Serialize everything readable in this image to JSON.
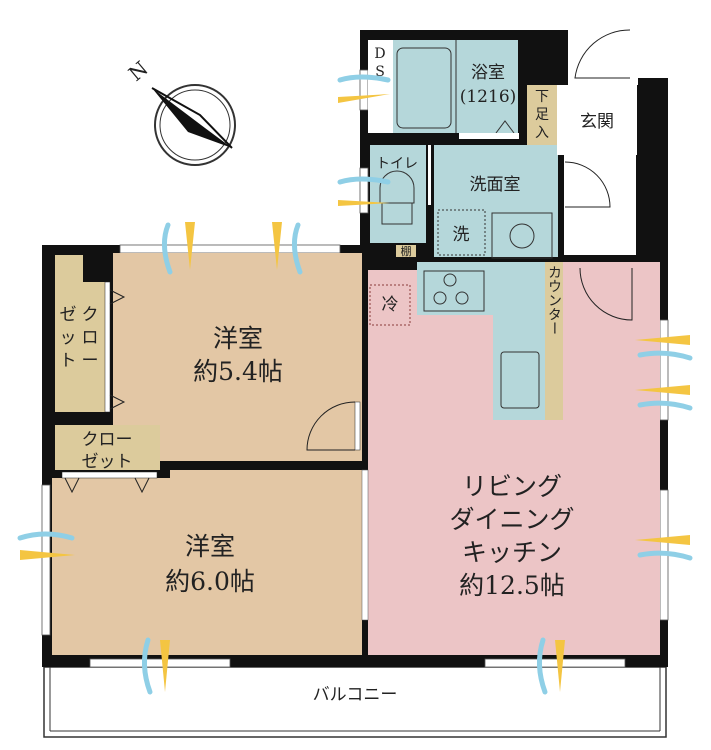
{
  "compass": {
    "north_label": "N"
  },
  "rooms": {
    "western_room_1": {
      "name": "洋室",
      "size": "約5.4帖"
    },
    "western_room_2": {
      "name": "洋室",
      "size": "約6.0帖"
    },
    "ldk": {
      "line1": "リビング",
      "line2": "ダイニング",
      "line3": "キッチン",
      "size": "約12.5帖"
    },
    "bathroom": {
      "name": "浴室",
      "spec": "(1216)"
    },
    "washroom": {
      "name": "洗面室",
      "washer": "洗"
    },
    "toilet": {
      "name": "トイレ",
      "shelf": "棚"
    },
    "entrance": {
      "name": "玄関"
    },
    "shoe_box": {
      "chars": [
        "下",
        "足",
        "入"
      ]
    },
    "ds": {
      "chars": [
        "D",
        "S"
      ]
    },
    "closet_vertical": {
      "col1": [
        "ク",
        "ロ",
        "ー"
      ],
      "col2": [
        "ゼ",
        "ッ",
        "ト"
      ]
    },
    "closet_horizontal": {
      "line1": "クロー",
      "line2": "ゼット"
    },
    "fridge": {
      "label": "冷"
    },
    "counter": {
      "label": "カウンター"
    },
    "balcony": {
      "name": "バルコニー"
    }
  },
  "colors": {
    "western": "#e3c7a5",
    "ldk": "#ecc5c6",
    "wet": "#b5d7da",
    "closet": "#dccb9c",
    "wall": "#111111",
    "wind_blue": "#8fcfe6",
    "light_yellow": "#f4c542"
  }
}
